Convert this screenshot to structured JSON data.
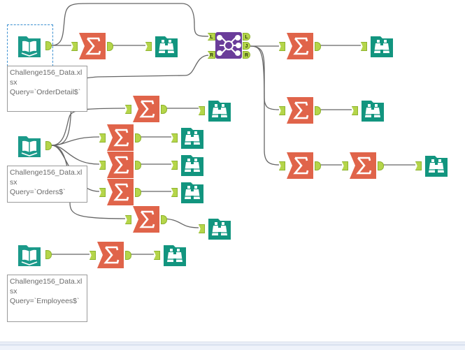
{
  "canvas": {
    "colors": {
      "input_tool": "#1b9a8a",
      "summarize_tool": "#e0644a",
      "browse_tool": "#12957f",
      "join_tool": "#6a3d9a",
      "anchor": "#b5d54a",
      "wire": "#666666",
      "selection": "#3a8fd0"
    },
    "annotations": [
      {
        "text": "Challenge156_Data.xlsx\nQuery=`OrderDetail$`"
      },
      {
        "text": "Challenge156_Data.xlsx\nQuery=`Orders$`"
      },
      {
        "text": "Challenge156_Data.xlsx\nQuery=`Employees$`"
      }
    ],
    "join_anchors": {
      "in_left": "L",
      "in_right": "R",
      "out_left": "L",
      "out_join": "J",
      "out_right": "R"
    },
    "tools": [
      {
        "id": "input1",
        "type": "input",
        "icon": "book-icon"
      },
      {
        "id": "input2",
        "type": "input",
        "icon": "book-icon"
      },
      {
        "id": "input3",
        "type": "input",
        "icon": "book-icon"
      },
      {
        "id": "join1",
        "type": "join",
        "icon": "join-icon"
      },
      {
        "id": "sum",
        "type": "summarize",
        "icon": "sigma-icon",
        "count": 11
      },
      {
        "id": "browse",
        "type": "browse",
        "icon": "binoculars-icon",
        "count": 10
      }
    ]
  }
}
